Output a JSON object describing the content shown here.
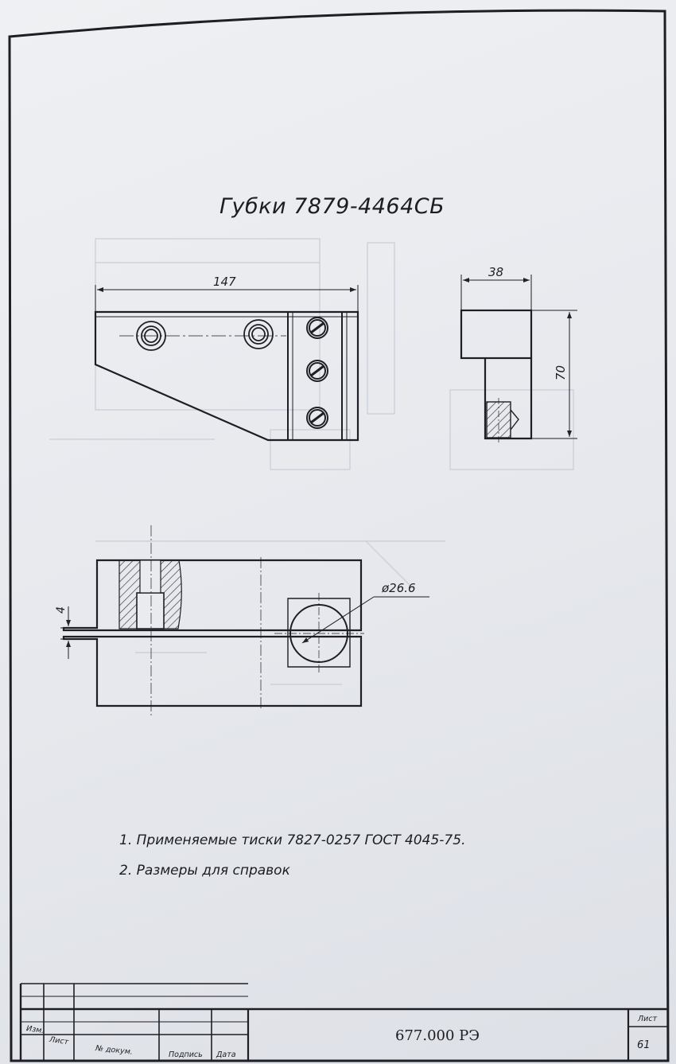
{
  "title": "Губки 7879-4464СБ",
  "dimensions": {
    "length": "147",
    "width": "38",
    "height": "70",
    "gap": "4",
    "diameter": "ø26.6"
  },
  "notes": [
    "1. Применяемые тиски 7827-0257 ГОСТ 4045-75.",
    "2. Размеры для справок"
  ],
  "title_block": {
    "document_number": "677.000 РЭ",
    "sheet_label": "Лист",
    "sheet_number": "61",
    "columns": [
      "Изм.",
      "Лист",
      "№ докум.",
      "Подпись",
      "Дата"
    ]
  }
}
